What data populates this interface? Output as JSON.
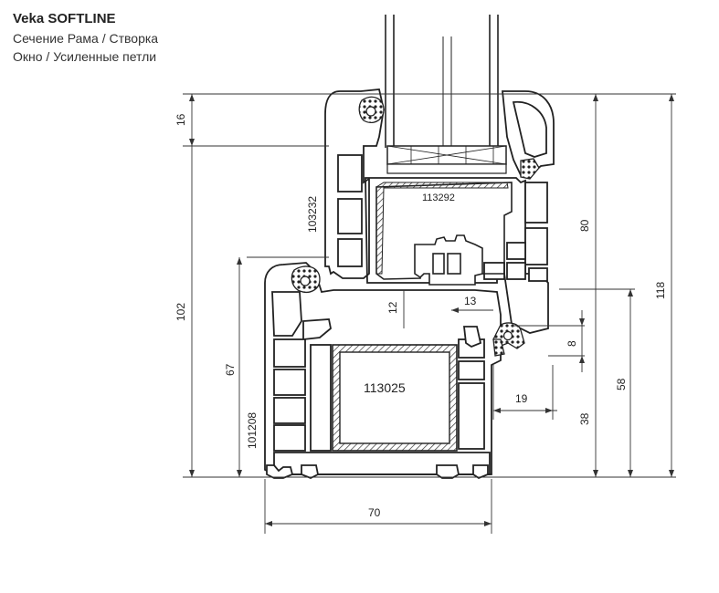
{
  "header": {
    "title": "Veka SOFTLINE",
    "line1": "Сечение Рама / Створка",
    "line2": "Окно / Усиленные петли"
  },
  "profiles": {
    "sash_reinforcement": "113292",
    "frame_reinforcement": "113025",
    "sash_code": "103232",
    "frame_code": "101208"
  },
  "dimensions": {
    "d16": "16",
    "d102": "102",
    "d67": "67",
    "d80": "80",
    "d118": "118",
    "d58": "58",
    "d38": "38",
    "d8": "8",
    "d12": "12",
    "d13": "13",
    "d19": "19",
    "d70": "70"
  }
}
